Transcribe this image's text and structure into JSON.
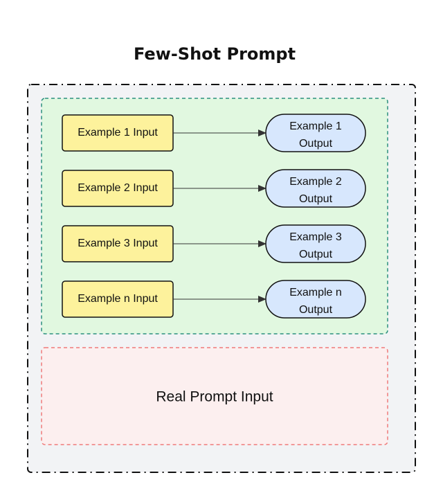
{
  "title": "Few-Shot Prompt",
  "colors": {
    "outer_fill": "#f2f3f5",
    "outer_border": "#111111",
    "examples_fill": "#e1f8e0",
    "examples_border": "#2a8f7d",
    "real_fill": "#fcefef",
    "real_border": "#f07a7a",
    "input_fill": "#fdf29c",
    "output_fill": "#d7e7fd",
    "node_border": "#111111",
    "arrow": "#333333"
  },
  "examples": [
    {
      "input": "Example 1 Input",
      "output_line1": "Example 1",
      "output_line2": "Output"
    },
    {
      "input": "Example 2 Input",
      "output_line1": "Example 2",
      "output_line2": "Output"
    },
    {
      "input": "Example 3 Input",
      "output_line1": "Example 3",
      "output_line2": "Output"
    },
    {
      "input": "Example n Input",
      "output_line1": "Example n",
      "output_line2": "Output"
    }
  ],
  "real_prompt": "Real Prompt Input"
}
